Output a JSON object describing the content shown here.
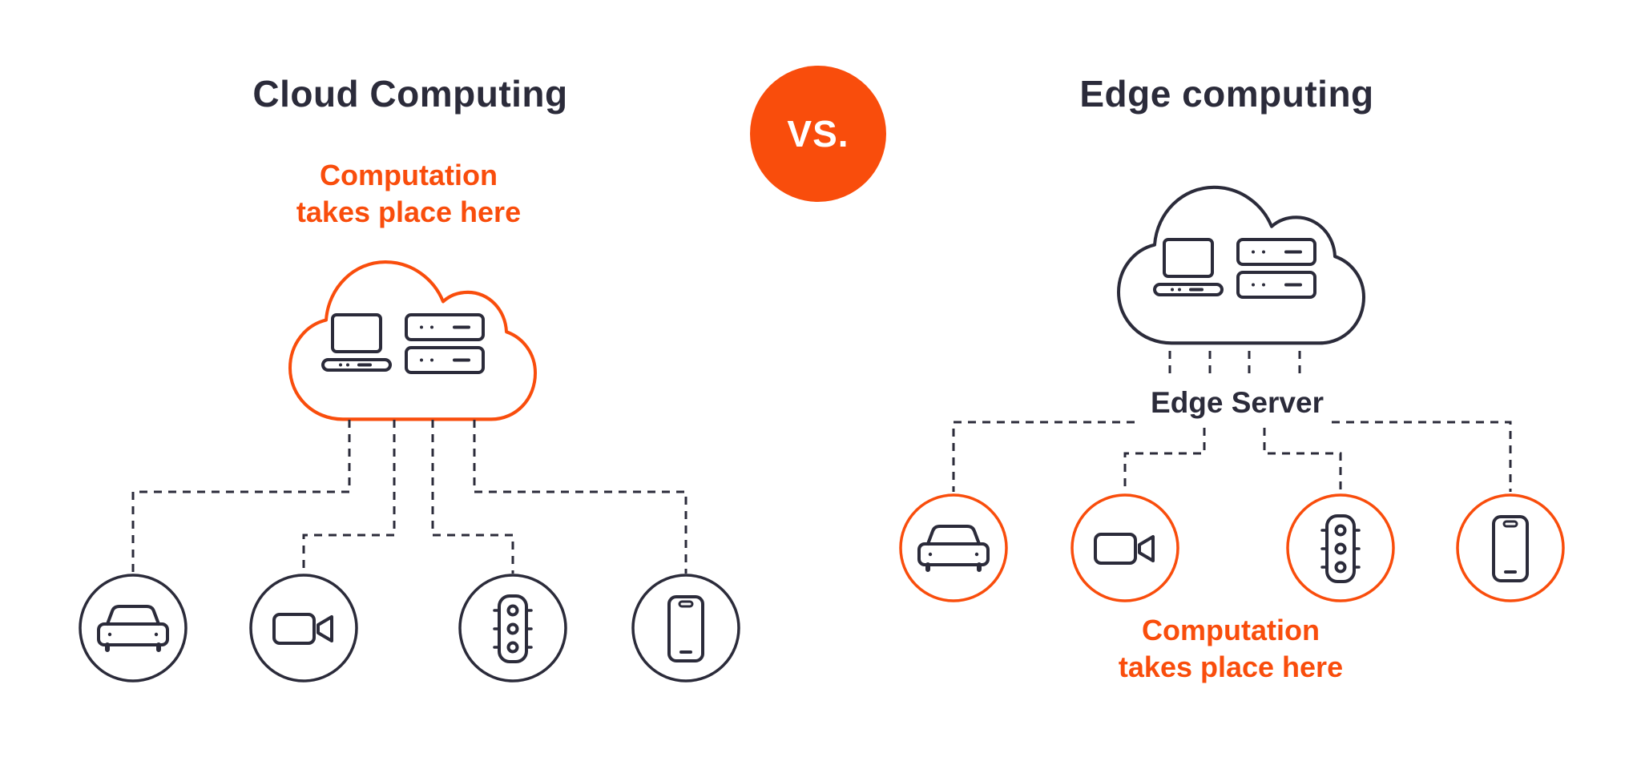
{
  "colors": {
    "dark": "#2b2b3a",
    "orange": "#f94d0c",
    "background": "#ffffff",
    "vs_text": "#ffffff"
  },
  "center": {
    "vs_label": "VS."
  },
  "left": {
    "title": "Cloud Computing",
    "annotation": {
      "line1": "Computation",
      "line2": "takes place here"
    },
    "cloud_contents": [
      "laptop-icon",
      "server-icon"
    ],
    "devices": [
      "car",
      "video-camera",
      "traffic-light",
      "smartphone"
    ]
  },
  "right": {
    "title": "Edge computing",
    "edge_server_label": "Edge Server",
    "annotation": {
      "line1": "Computation",
      "line2": "takes place here"
    },
    "cloud_contents": [
      "laptop-icon",
      "server-icon"
    ],
    "devices": [
      "car",
      "video-camera",
      "traffic-light",
      "smartphone"
    ]
  }
}
